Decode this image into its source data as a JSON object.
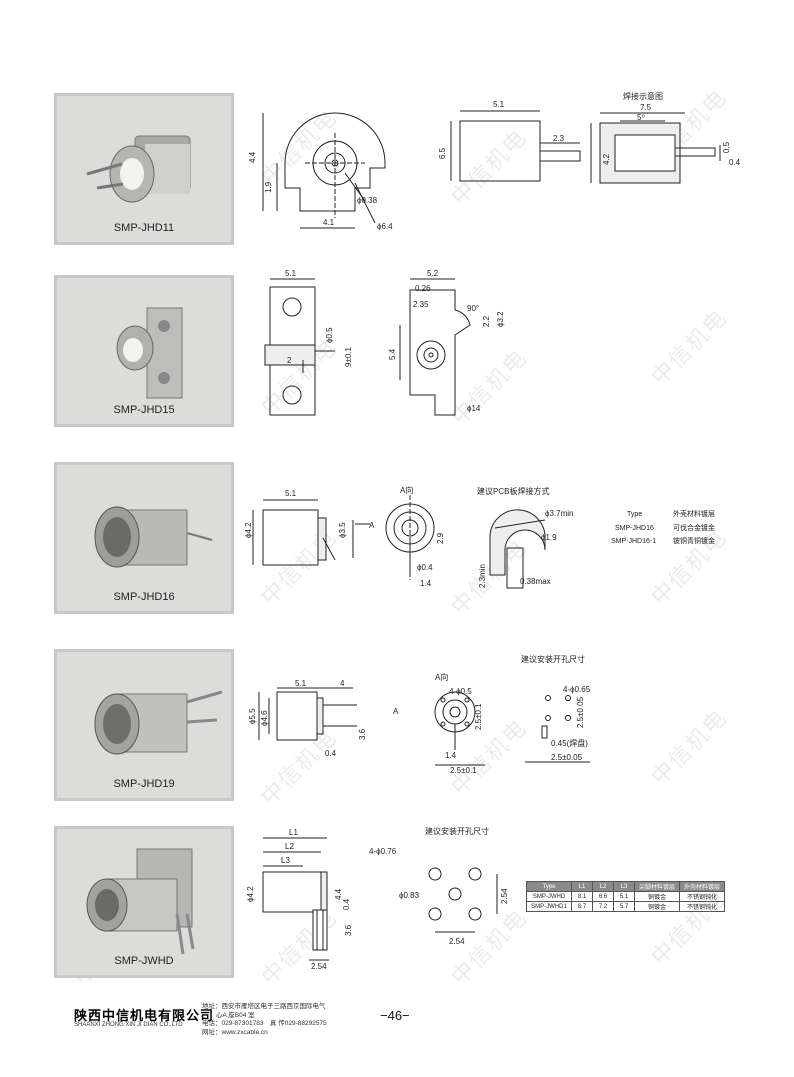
{
  "watermark": "中信机电",
  "rows": [
    {
      "label": "SMP-JHD11"
    },
    {
      "label": "SMP-JHD15"
    },
    {
      "label": "SMP-JHD16"
    },
    {
      "label": "SMP-JHD19"
    },
    {
      "label": "SMP-JWHD"
    }
  ],
  "r1": {
    "solder_title": "焊接示意图",
    "d_44": "4.4",
    "d_19": "1.9",
    "d_41": "4.1",
    "d_phi038": "ϕ0.38",
    "d_phi64": "ϕ6.4",
    "d_51": "5.1",
    "d_23": "2.3",
    "d_65": "6.5",
    "d_75": "7.5",
    "d_5": "5⁰",
    "d_42": "4.2",
    "d_05": "0.5",
    "d_04": "0.4"
  },
  "r2": {
    "d_51": "5.1",
    "d_2": "2",
    "d_phi05": "ϕ0.5",
    "d_9": "9±0.1",
    "d_52": "5.2",
    "d_026": "0.26",
    "d_235": "2.35",
    "d_90": "90°",
    "d_22": "2.2",
    "d_phi32": "ϕ3.2",
    "d_54": "5.4",
    "d_phi14": "ϕ14"
  },
  "r3": {
    "d_51": "5.1",
    "d_phi42": "ϕ4.2",
    "d_phi35": "ϕ3.5",
    "arrow_a": "A",
    "view_a": "A向",
    "d_29": "2.9",
    "d_phi04": "ϕ0.4",
    "d_14": "1.4",
    "pcb_title": "建议PCB板焊接方式",
    "d_phi37": "ϕ3.7min",
    "d_phi19": "ϕ1.9",
    "d_23min": "2.3min",
    "d_038": "0.38max",
    "table": {
      "headers": [
        "Type",
        "外壳材料镀层"
      ],
      "rows": [
        [
          "SMP-JHD16",
          "可伐合金镀金"
        ],
        [
          "SMP-JHD16-1",
          "铍铜青铜镀金"
        ]
      ]
    }
  },
  "r4": {
    "d_51": "5.1",
    "d_4": "4",
    "d_phi55": "ϕ5.5",
    "d_phi46": "ϕ4.6",
    "d_36": "3.6",
    "d_04": "0.4",
    "arrow_a": "A",
    "view_a": "A向",
    "d_4phi05": "4-ϕ0.5",
    "d_25": "2.5±0.1",
    "d_14": "1.4",
    "d_25b": "2.5±0.1",
    "mount_title": "建议安装开孔尺寸",
    "d_4phi065": "4-ϕ0.65",
    "d_25c": "2.5±0.05",
    "d_045": "0.45(焊盘)",
    "d_25d": "2.5±0.05"
  },
  "r5": {
    "d_l1": "L1",
    "d_l2": "L2",
    "d_l3": "L3",
    "d_phi42": "ϕ4.2",
    "d_44": "4.4",
    "d_04": "0.4",
    "d_36": "3.6",
    "d_254": "2.54",
    "mount_title": "建议安装开孔尺寸",
    "d_4phi076": "4-ϕ0.76",
    "d_phi083": "ϕ0.83",
    "d_254b": "2.54",
    "d_254c": "2.54",
    "table": {
      "headers": [
        "Type",
        "L1",
        "L2",
        "L3",
        "尖脚材料镀层",
        "外壳材料镀层"
      ],
      "rows": [
        [
          "SMP-JWHD",
          "8.1",
          "6.6",
          "5.1",
          "铜镀金",
          "不锈钢钝化"
        ],
        [
          "SMP-JWHD1",
          "8.7",
          "7.2",
          "5.7",
          "铜镀金",
          "不锈钢钝化"
        ]
      ]
    }
  },
  "footer": {
    "company_cn": "陕西中信机电有限公司",
    "company_en": "SHAANXI ZHONG XIN JI DIAN CO.,LTD",
    "address": "地址：西安市雁塔区电子三路西京国际电气",
    "address2": "心A 座B04 室",
    "phone": "电话：029-87301783　真 传029-88292575",
    "web": "网址：www.zxcable.cn",
    "page": "−46−"
  }
}
